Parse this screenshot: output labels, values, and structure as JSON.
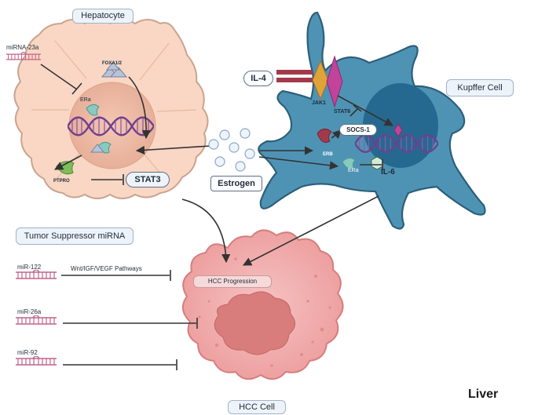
{
  "labels": {
    "hepatocyte": "Hepatocyte",
    "kupffer_cell": "Kupffer Cell",
    "tumor_suppressor": "Tumor Suppressor miRNA",
    "hcc_cell": "HCC Cell",
    "hcc_progression": "HCC Progression",
    "liver": "Liver",
    "estrogen": "Estrogen",
    "stat3": "STAT3",
    "il4": "IL-4",
    "socs1": "SOCS-1",
    "il6": "IL-6",
    "jak1": "JAK1",
    "stat6": "STAT6",
    "erb": "ERB",
    "era_kupffer": "ERa",
    "era_hepatocyte": "ERa",
    "foxa": "FOXA1/2",
    "ptpro": "PTPRO",
    "mirna23a": "miRNA-23a",
    "mir122": "miR-122",
    "mir26a": "miR-26a",
    "mir92": "miR-92",
    "pathways": "Wnt/IGF/VEGF Pathways"
  },
  "colors": {
    "hepatocyte_fill": "#f9d7c4",
    "hepatocyte_stroke": "#c9a48e",
    "kupffer_fill": "#4f93b4",
    "kupffer_stroke": "#2c5f7a",
    "kupffer_nucleus": "#1f6289",
    "hcc_fill": "#f0a8a8",
    "hcc_nucleus": "#d97c7c",
    "dna": "#6f3f8e",
    "arrow": "#333333",
    "mirna": "#c0648a",
    "receptor_red": "#a33a4b",
    "jak_orange": "#e0a33a",
    "stat_magenta": "#c2439a",
    "teal": "#88c9c0",
    "green": "#7dbd5a"
  }
}
